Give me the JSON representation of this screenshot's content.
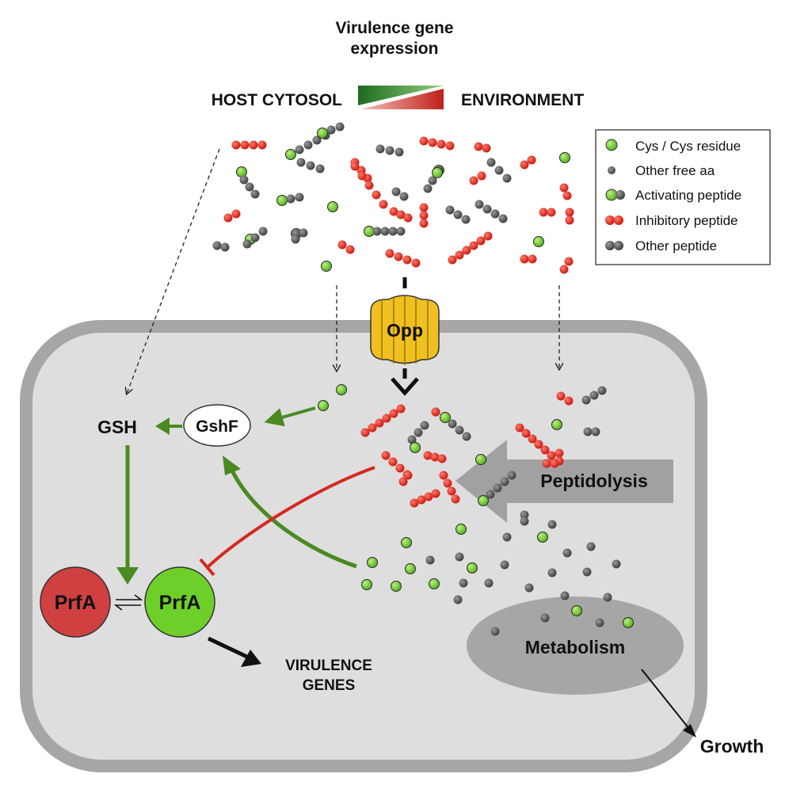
{
  "header": {
    "title_line1": "Virulence gene",
    "title_line2": "expression",
    "left_label": "HOST  CYTOSOL",
    "right_label": "ENVIRONMENT"
  },
  "legend": {
    "items": [
      {
        "label": "Cys / Cys residue",
        "icon": "green-dot-icon"
      },
      {
        "label": "Other free aa",
        "icon": "gray-dot-icon"
      },
      {
        "label": "Activating peptide",
        "icon": "green-gray-peptide-icon"
      },
      {
        "label": "Inhibitory peptide",
        "icon": "red-peptide-icon"
      },
      {
        "label": "Other peptide",
        "icon": "gray-peptide-icon"
      }
    ]
  },
  "nodes": {
    "transporter": "Opp",
    "gsh": "GSH",
    "gshf": "GshF",
    "prfa_inactive": "PrfA",
    "prfa_active": "PrfA",
    "peptidolysis": "Peptidolysis",
    "metabolism": "Metabolism",
    "virulence_line1": "VIRULENCE",
    "virulence_line2": "GENES",
    "growth": "Growth"
  },
  "colors": {
    "green": "#6fcf2a",
    "red": "#d42a20",
    "gray": "#555555",
    "cell_border": "#a6a6a6",
    "cell_fill": "#dedede",
    "arrow_green": "#4a8a22",
    "arrow_red": "#d42a20",
    "opp": "#f0c020",
    "prfa_red": "#d04040"
  }
}
